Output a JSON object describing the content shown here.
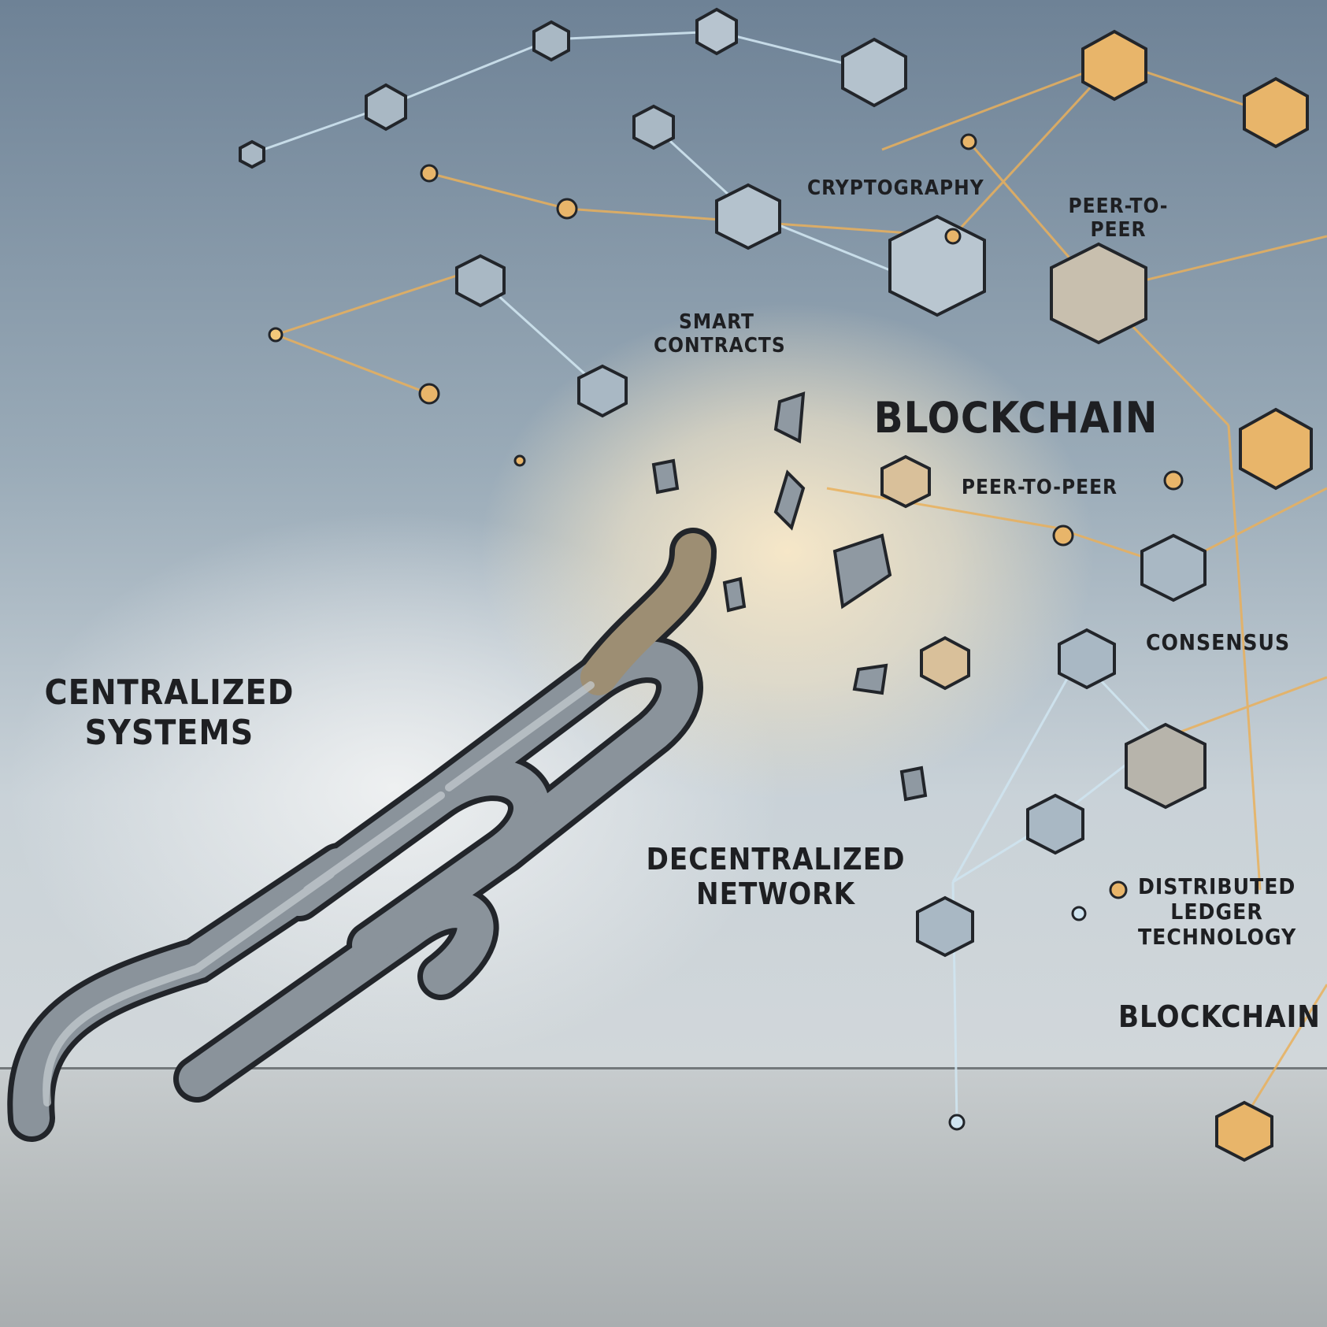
{
  "illustration": {
    "theme": "Centralized systems chain breaking into decentralized blockchain network",
    "colors": {
      "sky_dark": "#6e8296",
      "sky_light": "#c9d2d8",
      "glow": "#f6e7c8",
      "node_gold": "#e8b56a",
      "node_steel": "#a9b8c4",
      "link_gold": "#e9b05c",
      "link_blue": "#cfe4f0",
      "chain_steel": "#8a939b",
      "ink": "#1e1f22"
    }
  },
  "labels": {
    "centralized": "CENTRALIZED\nSYSTEMS",
    "decentralized": "DECENTRALIZED\nNETWORK",
    "smart_contracts": "SMART\nCONTRACTS",
    "cryptography": "CRYPTOGRAPHY",
    "peer_top": "PEER-TO-PEER",
    "blockchain_main": "BLOCKCHAIN",
    "peer_mid": "PEER-TO-PEER",
    "consensus": "CONSENSUS",
    "dlt": "DISTRIBUTED\nLEDGER\nTECHNOLOGY",
    "blockchain_bottom": "BLOCKCHAIN"
  }
}
